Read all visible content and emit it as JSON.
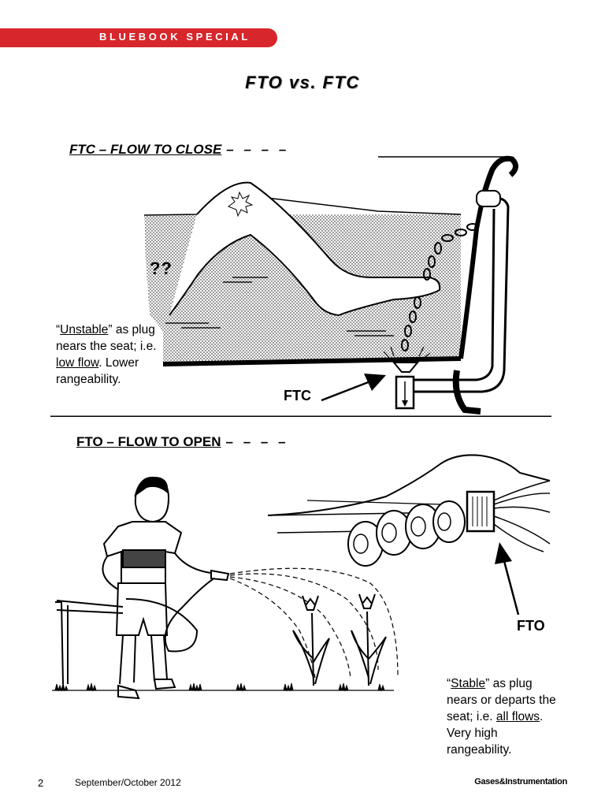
{
  "banner": {
    "text": "BLUEBOOK SPECIAL",
    "color": "#d7262c"
  },
  "title": "FTO vs. FTC",
  "ftc_section": {
    "heading": "FTC – FLOW TO CLOSE",
    "heading_dashes": "– – – –",
    "question_marks": "??",
    "caption": {
      "part1_quote": "“",
      "part1_word": "Unstable",
      "part2": "” as plug nears the seat; i.e. ",
      "part3_word": "low flow",
      "part4": ". Lower rangeability."
    },
    "label": "FTC"
  },
  "fto_section": {
    "heading": "FTO – FLOW TO OPEN",
    "heading_dashes": "– – – –",
    "caption": {
      "part1_quote": "“",
      "part1_word": "Stable",
      "part2": "” as plug nears or departs the seat; i.e. ",
      "part3_word": "all flows",
      "part4": ". Very high rangeability."
    },
    "label": "FTO"
  },
  "footer": {
    "page_number": "2",
    "issue": "September/October 2012",
    "publication": "Gases&Instrumentation"
  }
}
